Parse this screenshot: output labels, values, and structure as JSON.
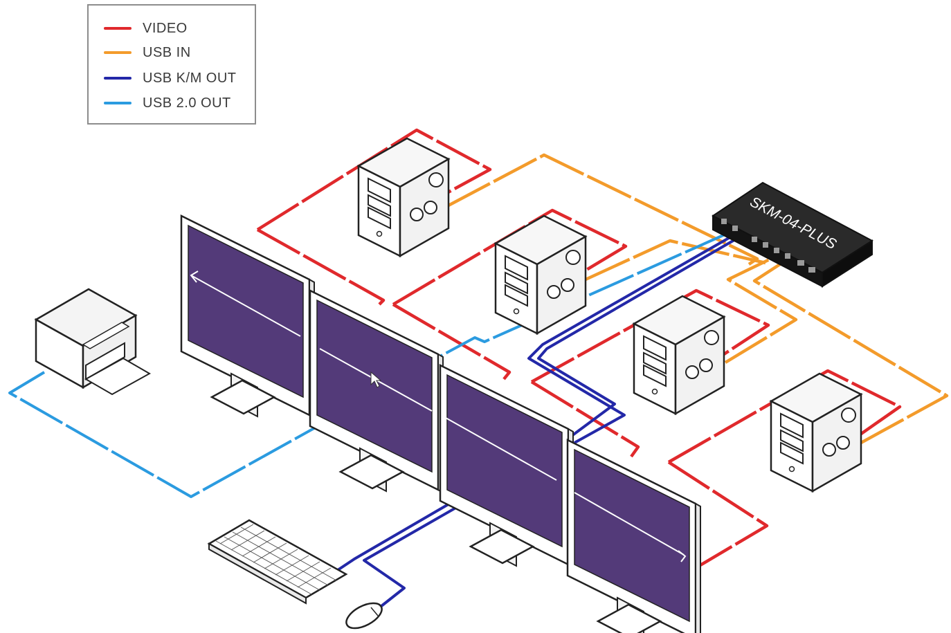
{
  "legend": {
    "items": [
      {
        "label": "VIDEO",
        "color": "#e0292c"
      },
      {
        "label": "USB IN",
        "color": "#f39b2b"
      },
      {
        "label": "USB K/M OUT",
        "color": "#2328a8"
      },
      {
        "label": "USB 2.0 OUT",
        "color": "#2b9be0"
      }
    ]
  },
  "device": {
    "model": "SKM-04-PLUS"
  },
  "colors": {
    "video": "#e0292c",
    "usb_in": "#f39b2b",
    "usb_km_out": "#2328a8",
    "usb20_out": "#2b9be0",
    "screen": "#533a79",
    "kvm_body": "#1b1b1b"
  },
  "icons": [
    "computer-tower-icon",
    "monitor-icon",
    "printer-icon",
    "keyboard-icon",
    "mouse-icon",
    "kvm-switch-icon"
  ]
}
